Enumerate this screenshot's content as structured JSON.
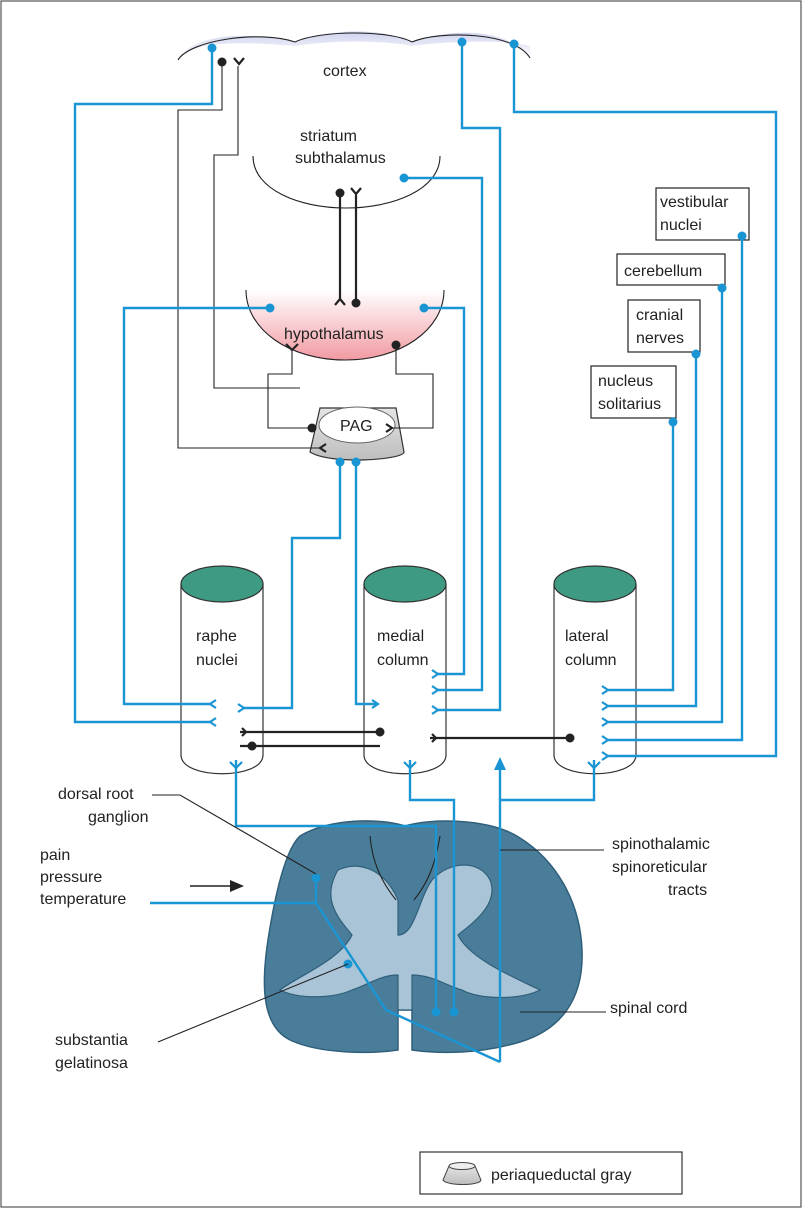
{
  "labels": {
    "cortex": "cortex",
    "striatum_1": "striatum",
    "striatum_2": "subthalamus",
    "hypothalamus": "hypothalamus",
    "pag": "PAG",
    "vestibular_1": "vestibular",
    "vestibular_2": "nuclei",
    "cerebellum": "cerebellum",
    "cranial_1": "cranial",
    "cranial_2": "nerves",
    "solitarius_1": "nucleus",
    "solitarius_2": "solitarius",
    "raphe_1": "raphe",
    "raphe_2": "nuclei",
    "medial_1": "medial",
    "medial_2": "column",
    "lateral_1": "lateral",
    "lateral_2": "column",
    "drg_1": "dorsal root",
    "drg_2": "ganglion",
    "stimulus_1": "pain",
    "stimulus_2": "pressure",
    "stimulus_3": "temperature",
    "tracts_1": "spinothalamic",
    "tracts_2": "spinoreticular",
    "tracts_3": "tracts",
    "sg_1": "substantia",
    "sg_2": "gelatinosa",
    "spinal_cord": "spinal cord",
    "legend": "periaqueductal gray"
  },
  "colors": {
    "pathway_blue": "#1a95d3",
    "column_top_green": "#3e9a82",
    "cord_dark": "#4a7d9a",
    "cord_light": "#a9c4d6",
    "hypothalamus_pink": "#f3a6ad",
    "pag_gray": "#cfcfcf"
  }
}
